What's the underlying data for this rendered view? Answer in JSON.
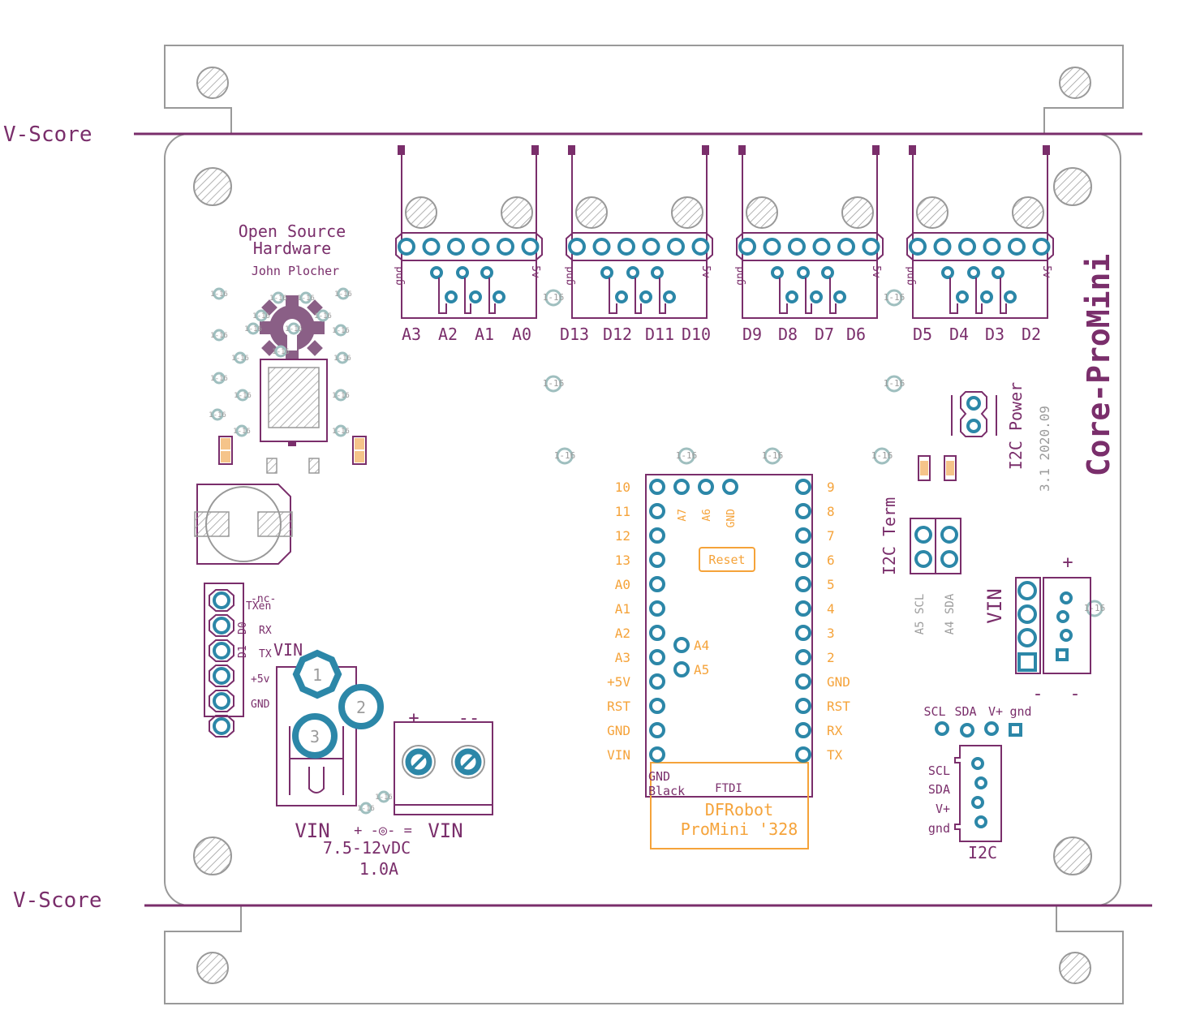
{
  "vscore": {
    "top": "V-Score",
    "bottom": "V-Score"
  },
  "osh": {
    "line1": "Open Source",
    "line2": "Hardware",
    "author": "John Plocher"
  },
  "board_name": "Core-ProMini",
  "version": "3.1 2020.09",
  "headers": [
    {
      "labels": [
        "A3",
        "A2",
        "A1",
        "A0"
      ]
    },
    {
      "labels": [
        "D13",
        "D12",
        "D11",
        "D10"
      ]
    },
    {
      "labels": [
        "D9",
        "D8",
        "D7",
        "D6"
      ]
    },
    {
      "labels": [
        "D5",
        "D4",
        "D3",
        "D2"
      ]
    }
  ],
  "header_gnd": "gnd",
  "header_5v": "5v",
  "promini": {
    "left_pins": [
      "10",
      "11",
      "12",
      "13",
      "A0",
      "A1",
      "A2",
      "A3",
      "+5V",
      "RST",
      "GND",
      "VIN"
    ],
    "right_pins": [
      "9",
      "8",
      "7",
      "6",
      "5",
      "4",
      "3",
      "2",
      "GND",
      "RST",
      "RX",
      "TX"
    ],
    "top_pins": [
      "A7",
      "A6",
      "GND"
    ],
    "a4": "A4",
    "a5": "A5",
    "reset": "Reset",
    "ftdi_gnd": "GND",
    "ftdi_black": "Black",
    "ftdi": "FTDI",
    "name1": "DFRobot",
    "name2": "ProMini '328"
  },
  "serial": {
    "nc": "-nc-",
    "txen": "TXen",
    "d0": "D0",
    "rx": "RX",
    "d1": "D1",
    "tx": "TX",
    "v5": "+5v",
    "gnd": "GND"
  },
  "power": {
    "vin_top": "VIN",
    "p1": "1",
    "p2": "2",
    "p3": "3",
    "vin_left": "VIN",
    "vin_right": "VIN",
    "plus": "+",
    "minus": "--",
    "polarity": "+ -◎- =",
    "voltage": "7.5-12vDC",
    "current": "1.0A"
  },
  "i2c": {
    "power_label": "I2C Power",
    "term_label": "I2C Term",
    "a5scl": "A5 SCL",
    "a4sda": "A4 SDA",
    "vin": "VIN",
    "plus": "+",
    "minus1": "-",
    "minus2": "-",
    "top_labels": [
      "SCL",
      "SDA",
      "V+",
      "gnd"
    ],
    "side_labels": [
      "SCL",
      "SDA",
      "V+",
      "gnd"
    ],
    "title": "I2C"
  },
  "via_label": "1-16"
}
